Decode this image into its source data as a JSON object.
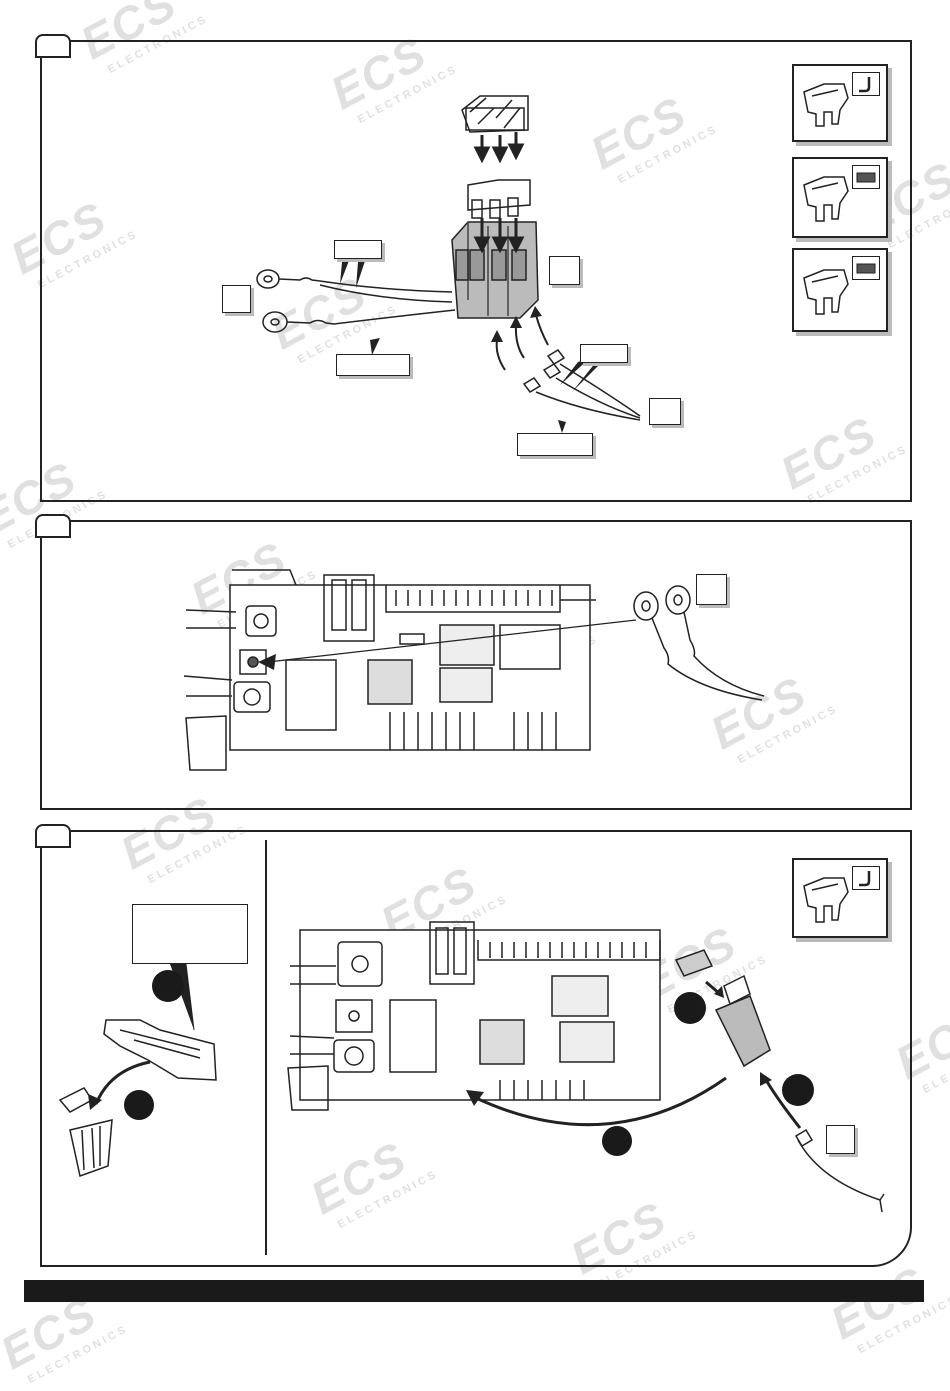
{
  "watermark": {
    "brand": "ECS",
    "sub": "ELECTRONICS"
  },
  "colors": {
    "ink": "#1a1a1a",
    "watermark": "#444444",
    "shadow": "#bbbbbb"
  },
  "fuse_icons": [
    "fuse-icon",
    "fuse-icon",
    "fuse-icon",
    "fuse-icon"
  ],
  "badge_icons": [
    "wire-hook-icon",
    "connector-icon",
    "connector-icon",
    "wire-hook-icon"
  ],
  "step_markers": 3,
  "numbered_circles": 5
}
